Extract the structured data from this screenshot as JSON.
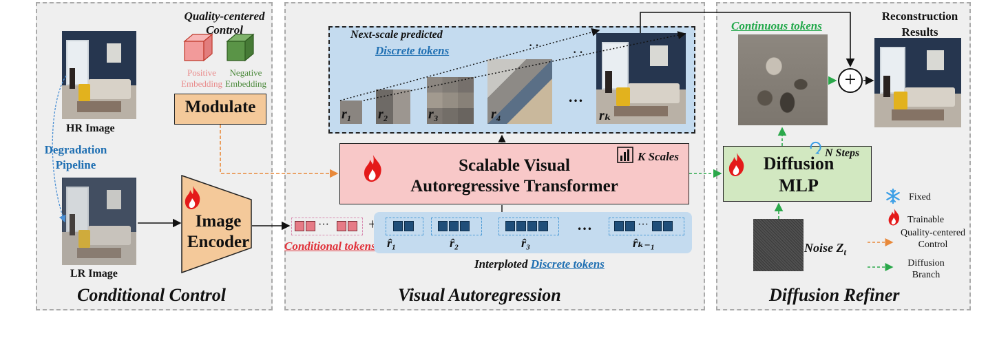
{
  "panels": {
    "conditional": "Conditional Control",
    "autoregression": "Visual Autoregression",
    "refiner": "Diffusion Refiner"
  },
  "conditional": {
    "quality_title_line1": "Quality-centered",
    "quality_title_line2": "Control",
    "positive_line1": "Positive",
    "positive_line2": "Embedding",
    "negative_line1": "Negative",
    "negative_line2": "Embedding",
    "modulate": "Modulate",
    "hr_image": "HR Image",
    "degradation_line1": "Degradation",
    "degradation_line2": "Pipeline",
    "lr_image": "LR Image",
    "encoder_line1": "Image",
    "encoder_line2": "Encoder",
    "conditional_tokens": "Conditional tokens",
    "plus": "+",
    "token_dots": "···"
  },
  "autoregression": {
    "next_scale": "Next-scale predicted",
    "discrete_tokens": "Discrete tokens",
    "scale_labels": [
      "r₁",
      "r₂",
      "r₃",
      "r₄",
      "rₖ"
    ],
    "ellipsis": "…",
    "dots": "· ·",
    "k_scales": "K Scales",
    "transformer_line1": "Scalable Visual",
    "transformer_line2": "Autoregressive Transformer",
    "interp_labels": [
      "r̂₁",
      "r̂₂",
      "r̂₃",
      "r̂ₖ₋₁"
    ],
    "interploted_prefix": "Interploted",
    "interploted_link": "Discrete tokens"
  },
  "refiner": {
    "continuous_tokens": "Continuous tokens",
    "reconstruction_line1": "Reconstruction",
    "reconstruction_line2": "Results",
    "oplus": "+",
    "n_steps": "N Steps",
    "mlp_line1": "Diffusion",
    "mlp_line2": "MLP",
    "noise": "Noise Z",
    "noise_sub": "t"
  },
  "legend": {
    "fixed": "Fixed",
    "trainable": "Trainable",
    "quality_line1": "Quality-centered",
    "quality_line2": "Control",
    "diffusion_line1": "Diffusion",
    "diffusion_line2": "Branch"
  },
  "icons": {
    "fire": "fire-icon",
    "snowflake": "snowflake-icon",
    "chart": "bar-chart-icon",
    "loop": "loop-icon"
  },
  "colors": {
    "orange_box": "#f4c99a",
    "red_box": "#f8c8c8",
    "green_box": "#d2e8c1",
    "blue_area": "#c4dbef",
    "orange_arrow": "#e8893a",
    "green_arrow": "#2aa84a",
    "blue_text": "#1f6fb2",
    "red_text": "#e0323a",
    "green_text": "#23a84b"
  }
}
